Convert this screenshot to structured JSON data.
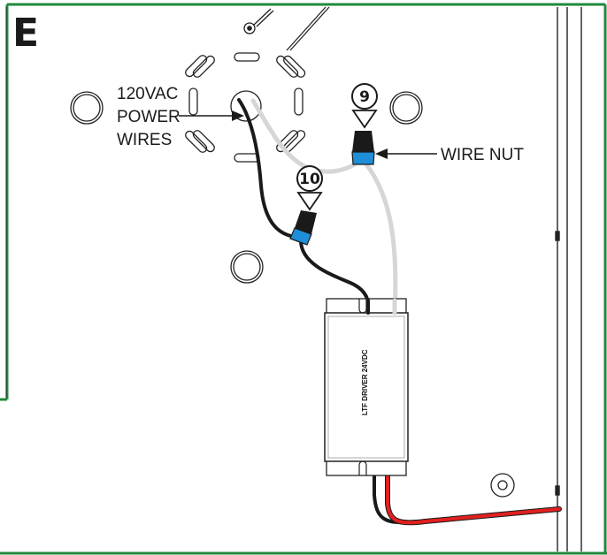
{
  "panel_letter": "E",
  "labels": {
    "power_line1": "120VAC",
    "power_line2": "POWER",
    "power_line3": "WIRES",
    "wire_nut": "WIRE NUT"
  },
  "steps": {
    "nine": "9",
    "ten": "10"
  },
  "driver_label": "LTF DRIVER 24VDC",
  "colors": {
    "frame_green": "#1e8a3c",
    "wire_black": "#1a1a1a",
    "wire_white": "#d6d6d6",
    "wire_red": "#e02020",
    "nut_blue": "#1e8ed8"
  }
}
